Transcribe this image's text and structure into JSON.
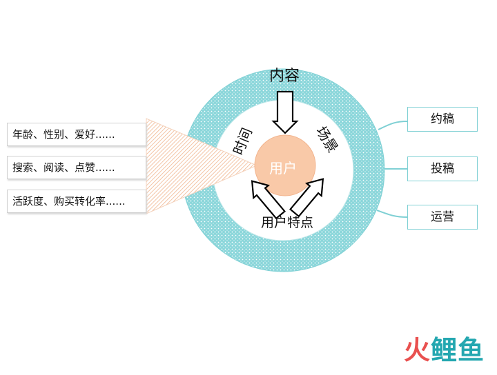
{
  "diagram": {
    "center_label": "用户",
    "ring_labels": {
      "top": "内容",
      "left": "时间",
      "right": "场景",
      "bottom": "用户特点"
    },
    "user_attributes": [
      "年龄、性别、爱好......",
      "搜索、阅读、点赞......",
      "活跃度、购买转化率......"
    ],
    "channels": [
      "约稿",
      "投稿",
      "运营"
    ]
  },
  "watermark": {
    "part1": "火",
    "part2": "鲤",
    "part3": "鱼"
  },
  "colors": {
    "ring": "#7fd0d4",
    "center": "#f9c9a8",
    "funnel": "#f2c8a8",
    "arrow_stroke": "#000000"
  }
}
